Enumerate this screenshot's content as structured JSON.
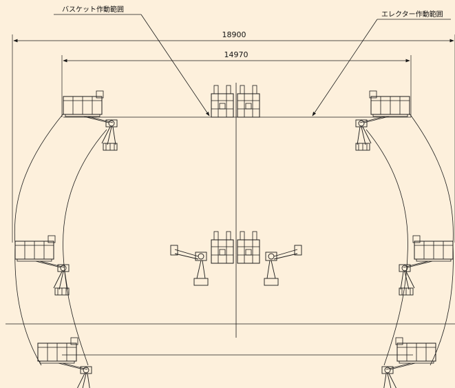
{
  "labels": {
    "basket_range": "バスケット作動範囲",
    "erector_range": "エレクター作動範囲"
  },
  "dimensions": {
    "outer_width": "18900",
    "inner_width": "14970"
  },
  "colors": {
    "background": "#fdf0dc",
    "line": "#1a1a1a"
  }
}
